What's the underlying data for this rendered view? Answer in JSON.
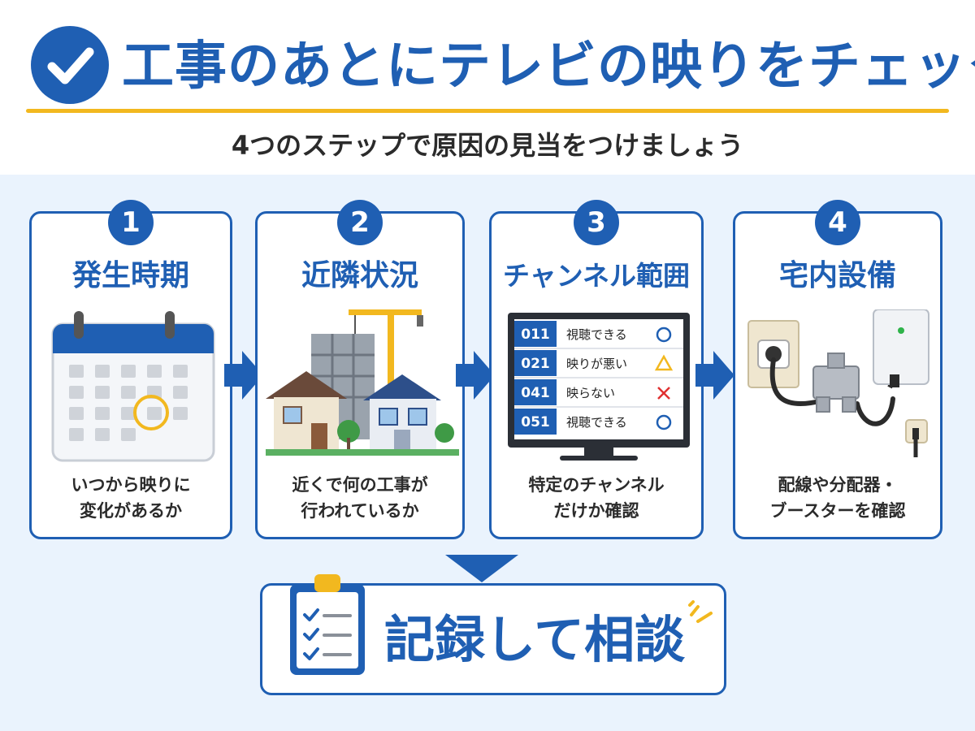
{
  "header": {
    "title": "工事のあとにテレビの映りをチェック",
    "subtitle": "4つのステップで原因の見当をつけましょう"
  },
  "steps": [
    {
      "number": "1",
      "title": "発生時期",
      "desc": [
        "いつから映りに",
        "変化があるか"
      ]
    },
    {
      "number": "2",
      "title": "近隣状況",
      "desc": [
        "近くで何の工事が",
        "行われているか"
      ]
    },
    {
      "number": "3",
      "title": "チャンネル範囲",
      "desc": [
        "特定のチャンネル",
        "だけか確認"
      ]
    },
    {
      "number": "4",
      "title": "宅内設備",
      "desc": [
        "配線や分配器・",
        "ブースターを確認"
      ]
    }
  ],
  "channels": [
    {
      "ch": "011",
      "status": "視聴できる",
      "mark": "circle"
    },
    {
      "ch": "021",
      "status": "映りが悪い",
      "mark": "triangle"
    },
    {
      "ch": "041",
      "status": "映らない",
      "mark": "cross"
    },
    {
      "ch": "051",
      "status": "視聴できる",
      "mark": "circle"
    }
  ],
  "result": {
    "label": "記録して相談"
  },
  "icons": {
    "title": "check-circle-icon",
    "step1": "calendar-icon",
    "step2": "construction-site-icon",
    "step3": "tv-channel-list-icon",
    "step4": "antenna-wiring-icon",
    "result": "clipboard-checklist-icon"
  },
  "colors": {
    "primary": "#1f5fb3",
    "accent": "#f2b81f",
    "background": "#eaf3fd",
    "mark_circle": "#1f5fb3",
    "mark_triangle": "#f2b81f",
    "mark_cross": "#e03131"
  }
}
